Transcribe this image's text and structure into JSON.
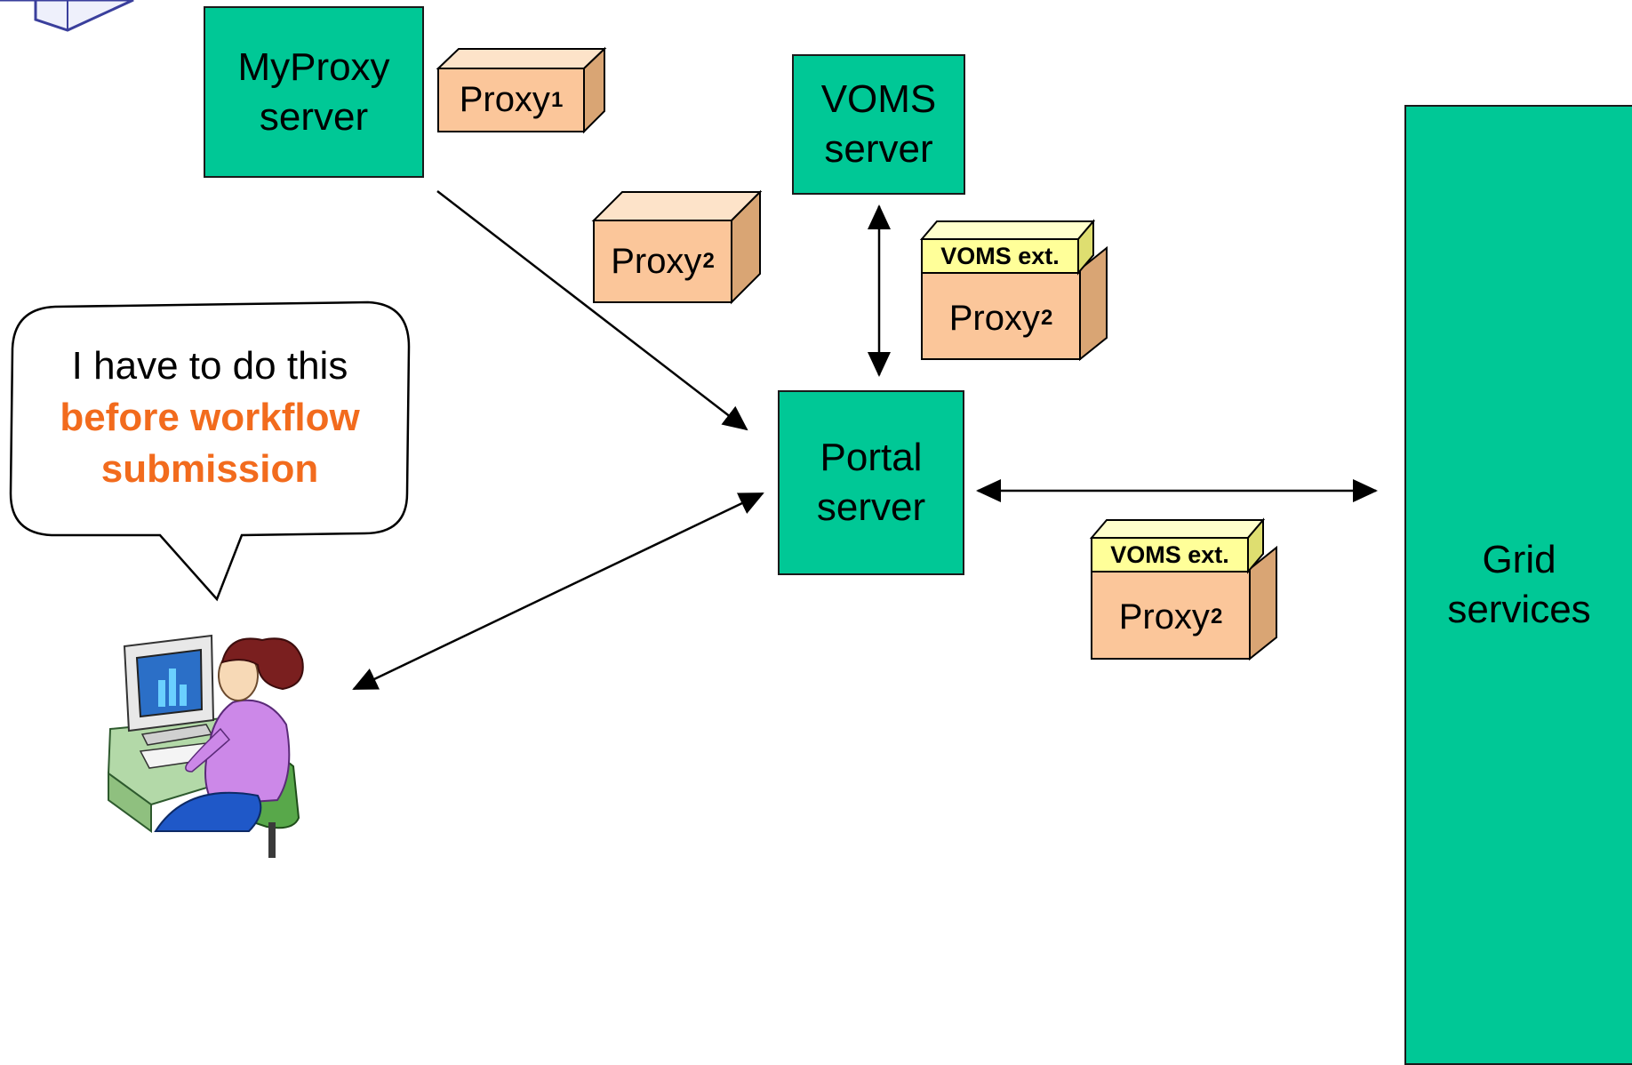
{
  "nodes": {
    "myproxy": {
      "line1": "MyProxy",
      "line2": "server"
    },
    "voms": {
      "line1": "VOMS",
      "line2": "server"
    },
    "portal": {
      "line1": "Portal",
      "line2": "server"
    },
    "grid": {
      "line1": "Grid",
      "line2": "services"
    }
  },
  "proxies": {
    "proxy1": {
      "label": "Proxy",
      "sub": "1"
    },
    "proxy2_plain": {
      "label": "Proxy",
      "sub": "2"
    },
    "proxy2_voms": {
      "label": "Proxy",
      "sub": "2",
      "ext": "VOMS ext."
    },
    "proxy2_grid": {
      "label": "Proxy",
      "sub": "2",
      "ext": "VOMS ext."
    }
  },
  "bubble": {
    "line1": "I have to do this",
    "line2": "before workflow",
    "line3": "submission"
  },
  "colors": {
    "server_fill": "#00c896",
    "box_front": "#fbc69a",
    "box_top": "#fde3c9",
    "box_side": "#d9a574",
    "ext_front": "#ffff99",
    "ext_top": "#ffffcc",
    "ext_side": "#dede70",
    "highlight_text": "#f26b1d"
  }
}
